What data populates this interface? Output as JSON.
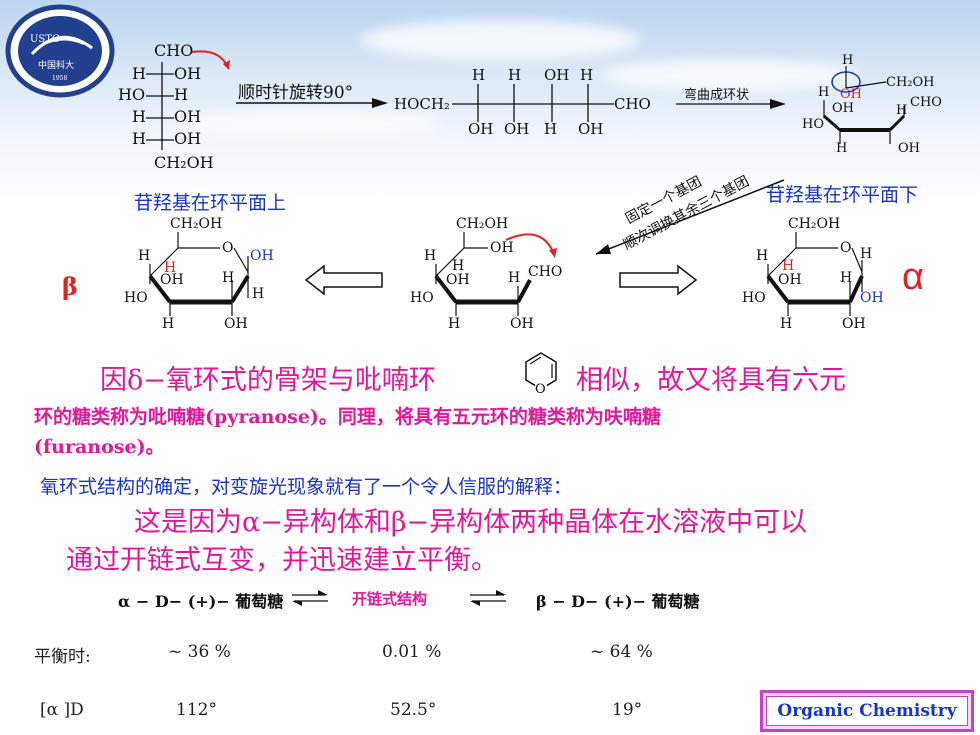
{
  "logo": {
    "name": "USTC",
    "text": "中国科大",
    "year": "1958"
  },
  "fischer": [
    "CHO",
    "H",
    "OH",
    "HO",
    "H",
    "H",
    "OH",
    "H",
    "OH",
    "CH₂OH"
  ],
  "arrow1_label": "顺时针旋转90°",
  "chain": {
    "left": "HOCH₂",
    "right": "CHO",
    "top": [
      "H",
      "H",
      "OH",
      "H"
    ],
    "bottom": [
      "OH",
      "OH",
      "H",
      "OH"
    ]
  },
  "arrow2_label": "弯曲成环状",
  "ring_open": {
    "h": "H",
    "ch2oh": "CH₂OH",
    "oh_red": "OH",
    "h2": "H",
    "oh": "OH",
    "h3": "H",
    "cho": "CHO",
    "ho": "HO",
    "h4": "H",
    "oh2": "OH"
  },
  "label_above": "苷羟基在环平面上",
  "label_below": "苷羟基在环平面下",
  "diag_line1": "固定一个基团",
  "diag_line2": "顺次调换其余三个基团",
  "beta_symbol": "β",
  "alpha_symbol": "α",
  "haworth": {
    "ch2oh": "CH₂OH",
    "o": "O",
    "oh": "OH",
    "h": "H",
    "ho": "HO",
    "cho": "CHO"
  },
  "para1_lead": "因δ−氧环式的骨架与吡喃环",
  "para1_tail": "相似，故又将具有六元",
  "pyran_o": "O",
  "para1_line2": "环的糖类称为吡喃糖(pyranose)。同理，将具有五元环的糖类称为呋喃糖",
  "para1_line3": "(furanose)。",
  "para2": "氧环式结构的确定，对变旋光现象就有了一个令人信服的解释：",
  "para3_line1": "这是因为α−异构体和β−异构体两种晶体在水溶液中可以",
  "para3_line2": "通过开链式互变，并迅速建立平衡。",
  "equilibrium": {
    "left": "α − D− (+)− 葡萄糖",
    "middle": "开链式结构",
    "right": "β − D− (+)− 葡萄糖"
  },
  "table": {
    "row1": {
      "label": "平衡时:",
      "a": "~ 36 %",
      "b": "0.01 %",
      "c": "~ 64 %"
    },
    "row2": {
      "label": "[α ]D",
      "a": "112°",
      "b": "52.5°",
      "c": "19°"
    }
  },
  "badge": "Organic Chemistry",
  "colors": {
    "magenta": "#e0189a",
    "blue": "#1a34c8",
    "red": "#e02222",
    "badge_border": "#c940c9"
  }
}
